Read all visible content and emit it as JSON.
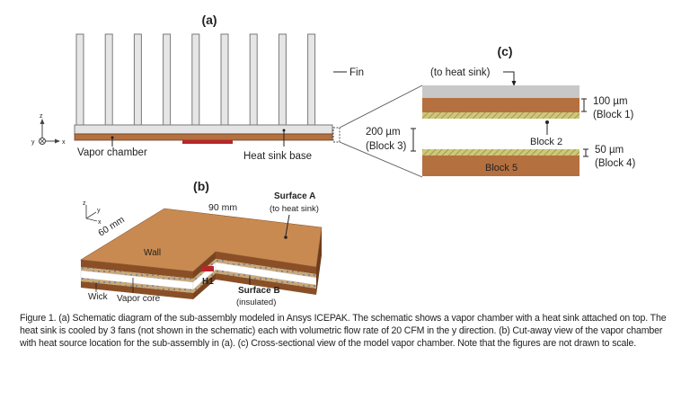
{
  "panel_a": {
    "label": "(a)",
    "fin": "Fin",
    "vapor_chamber": "Vapor chamber",
    "heat_sink_base": "Heat sink base",
    "axis_z": "z",
    "axis_y": "y",
    "axis_x": "x"
  },
  "panel_b": {
    "label": "(b)",
    "dim_90": "90 mm",
    "dim_60": "60 mm",
    "surface_a": "Surface A",
    "surface_a_sub": "(to heat sink)",
    "surface_b": "Surface B",
    "surface_b_sub": "(insulated)",
    "wall": "Wall",
    "wick": "Wick",
    "vapor_core": "Vapor core",
    "h1": "H1",
    "axis_z": "z",
    "axis_y": "y",
    "axis_x": "x"
  },
  "panel_c": {
    "label": "(c)",
    "to_heat_sink": "(to heat sink)",
    "dim_100": "100 µm",
    "block1": "(Block 1)",
    "dim_200": "200 µm",
    "block3": "(Block 3)",
    "block2": "Block 2",
    "dim_50": "50 µm",
    "block4": "(Block 4)",
    "block5": "Block 5"
  },
  "caption": "Figure 1. (a) Schematic diagram of the sub-assembly modeled in Ansys ICEPAK. The schematic shows a vapor chamber with a heat sink attached on top. The heat sink is cooled by 3 fans (not shown in the schematic) each with volumetric flow rate of 20 CFM in the y direction. (b) Cut-away view of the vapor chamber with heat source location for the sub-assembly in (a). (c) Cross-sectional view of the model vapor chamber. Note that the figures are not drawn to scale.",
  "colors": {
    "copper": "#b5703f",
    "copper_top": "#c98a52",
    "wick": "#c9c06a",
    "fin_gray": "#d9d9d9",
    "heater_red": "#b8262c",
    "white": "#ffffff"
  }
}
